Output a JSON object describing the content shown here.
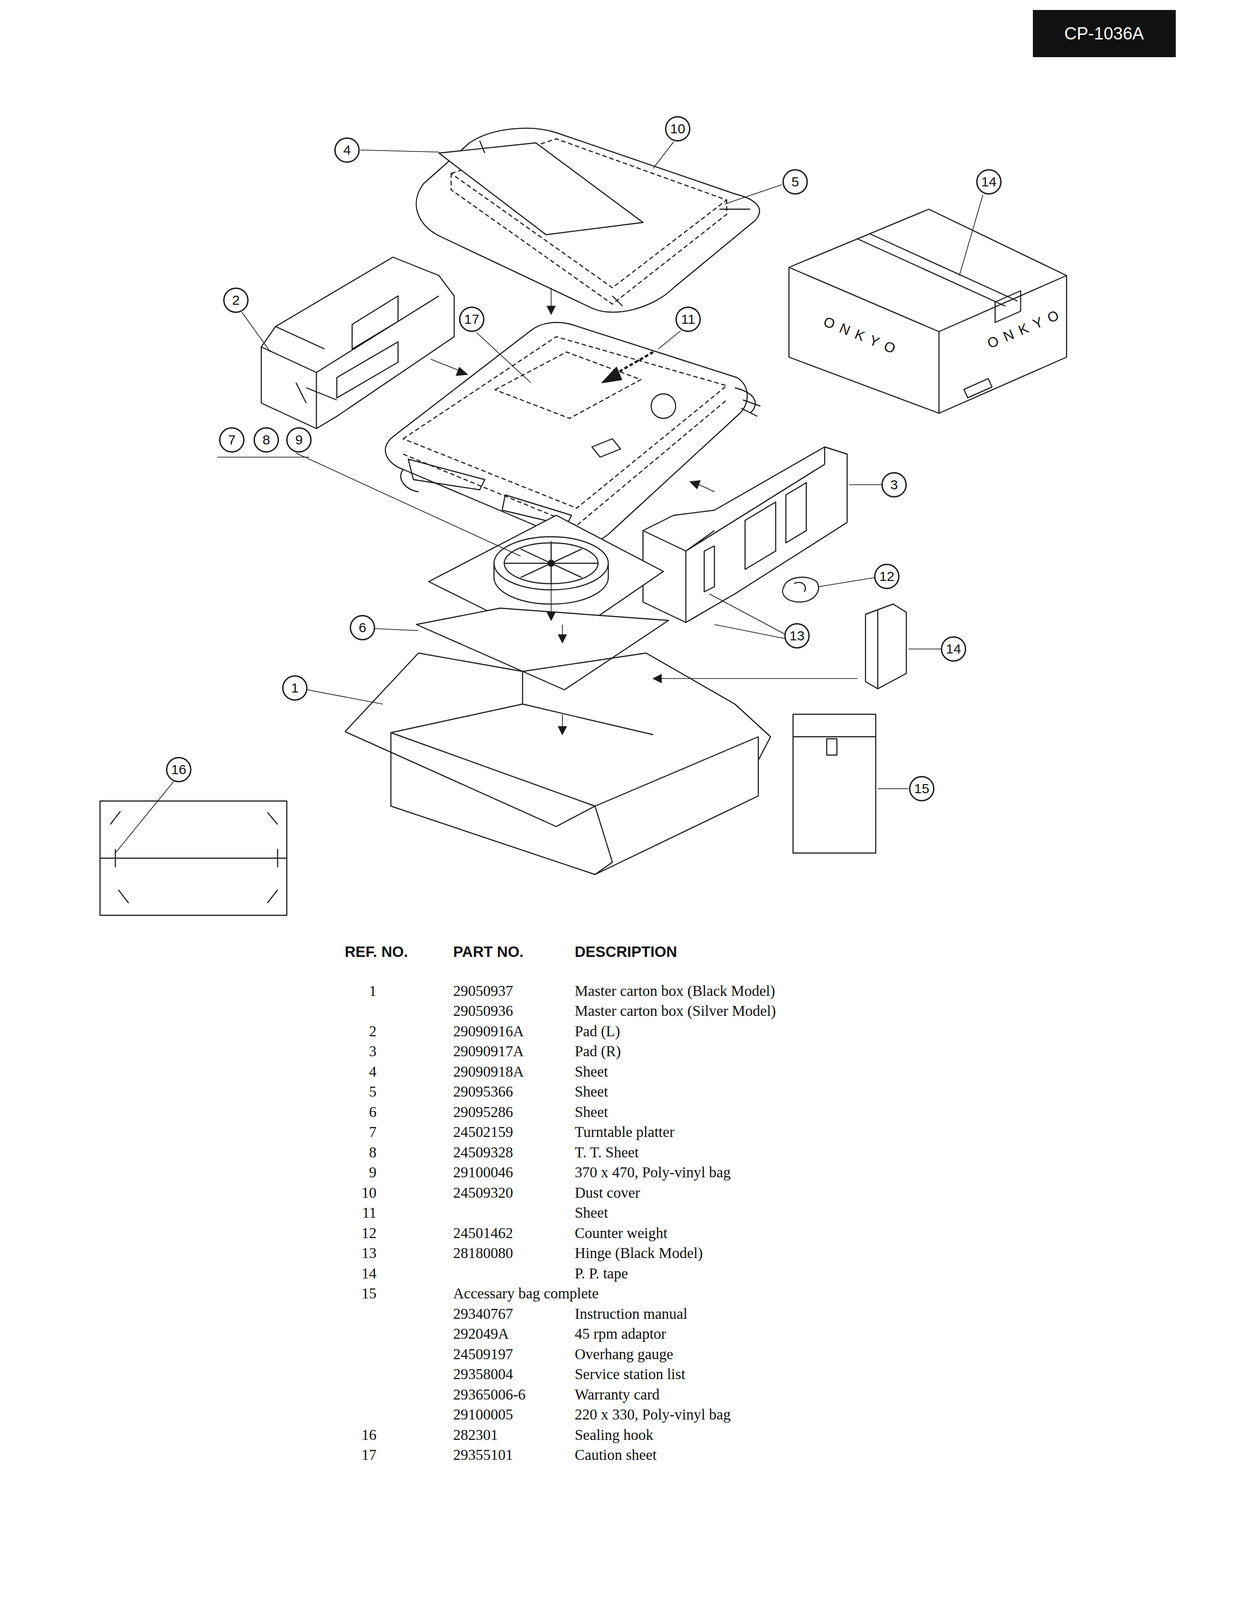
{
  "diagram": {
    "nodes": [
      {
        "text": [
          "CP-1036A"
        ]
      },
      {
        "text": [
          "10"
        ]
      },
      {
        "text": [
          "4"
        ]
      },
      {
        "text": [
          "5"
        ]
      },
      {
        "text": [
          "14"
        ]
      },
      {
        "text": [
          "2"
        ]
      },
      {
        "text": [
          "17"
        ]
      },
      {
        "text": [
          "11"
        ]
      },
      {
        "text": [
          "7"
        ]
      },
      {
        "text": [
          "8"
        ]
      },
      {
        "text": [
          "9"
        ]
      },
      {
        "text": [
          "3"
        ]
      },
      {
        "text": [
          "12"
        ]
      },
      {
        "text": [
          "6"
        ]
      },
      {
        "text": [
          "13"
        ]
      },
      {
        "text": [
          "14"
        ]
      },
      {
        "text": [
          "1"
        ]
      },
      {
        "text": [
          "15"
        ]
      },
      {
        "text": [
          "16"
        ]
      }
    ],
    "edges": [],
    "labels": [
      "REF. NO.",
      "PART NO.",
      "DESCRIPTION",
      "ONKYO",
      "ONKYO",
      "1",
      "29050937",
      "Master carton box (Black Model)",
      "29050936",
      "Master carton box (Silver Model)",
      "2",
      "29090916A",
      "Pad (L)",
      "3",
      "29090917A",
      "Pad (R)",
      "4",
      "29090918A",
      "Sheet",
      "5",
      "29095366",
      "Sheet",
      "6",
      "29095286",
      "Sheet",
      "7",
      "24502159",
      "Turntable platter",
      "8",
      "24509328",
      "T. T. Sheet",
      "9",
      "29100046",
      "370 x 470, Poly-vinyl bag",
      "10",
      "24509320",
      "Dust cover",
      "11",
      "Sheet",
      "12",
      "24501462",
      "Counter weight",
      "13",
      "28180080",
      "Hinge (Black Model)",
      "14",
      "P. P. tape",
      "15",
      "Accessary bag complete",
      "29340767",
      "Instruction manual",
      "292049A",
      "45 rpm adaptor",
      "24509197",
      "Overhang gauge",
      "29358004",
      "Service station list",
      "29365006-6",
      "Warranty card",
      "29100005",
      "220 x 330, Poly-vinyl bag",
      "16",
      "282301",
      "Sealing hook",
      "17",
      "29355101",
      "Caution sheet"
    ]
  }
}
